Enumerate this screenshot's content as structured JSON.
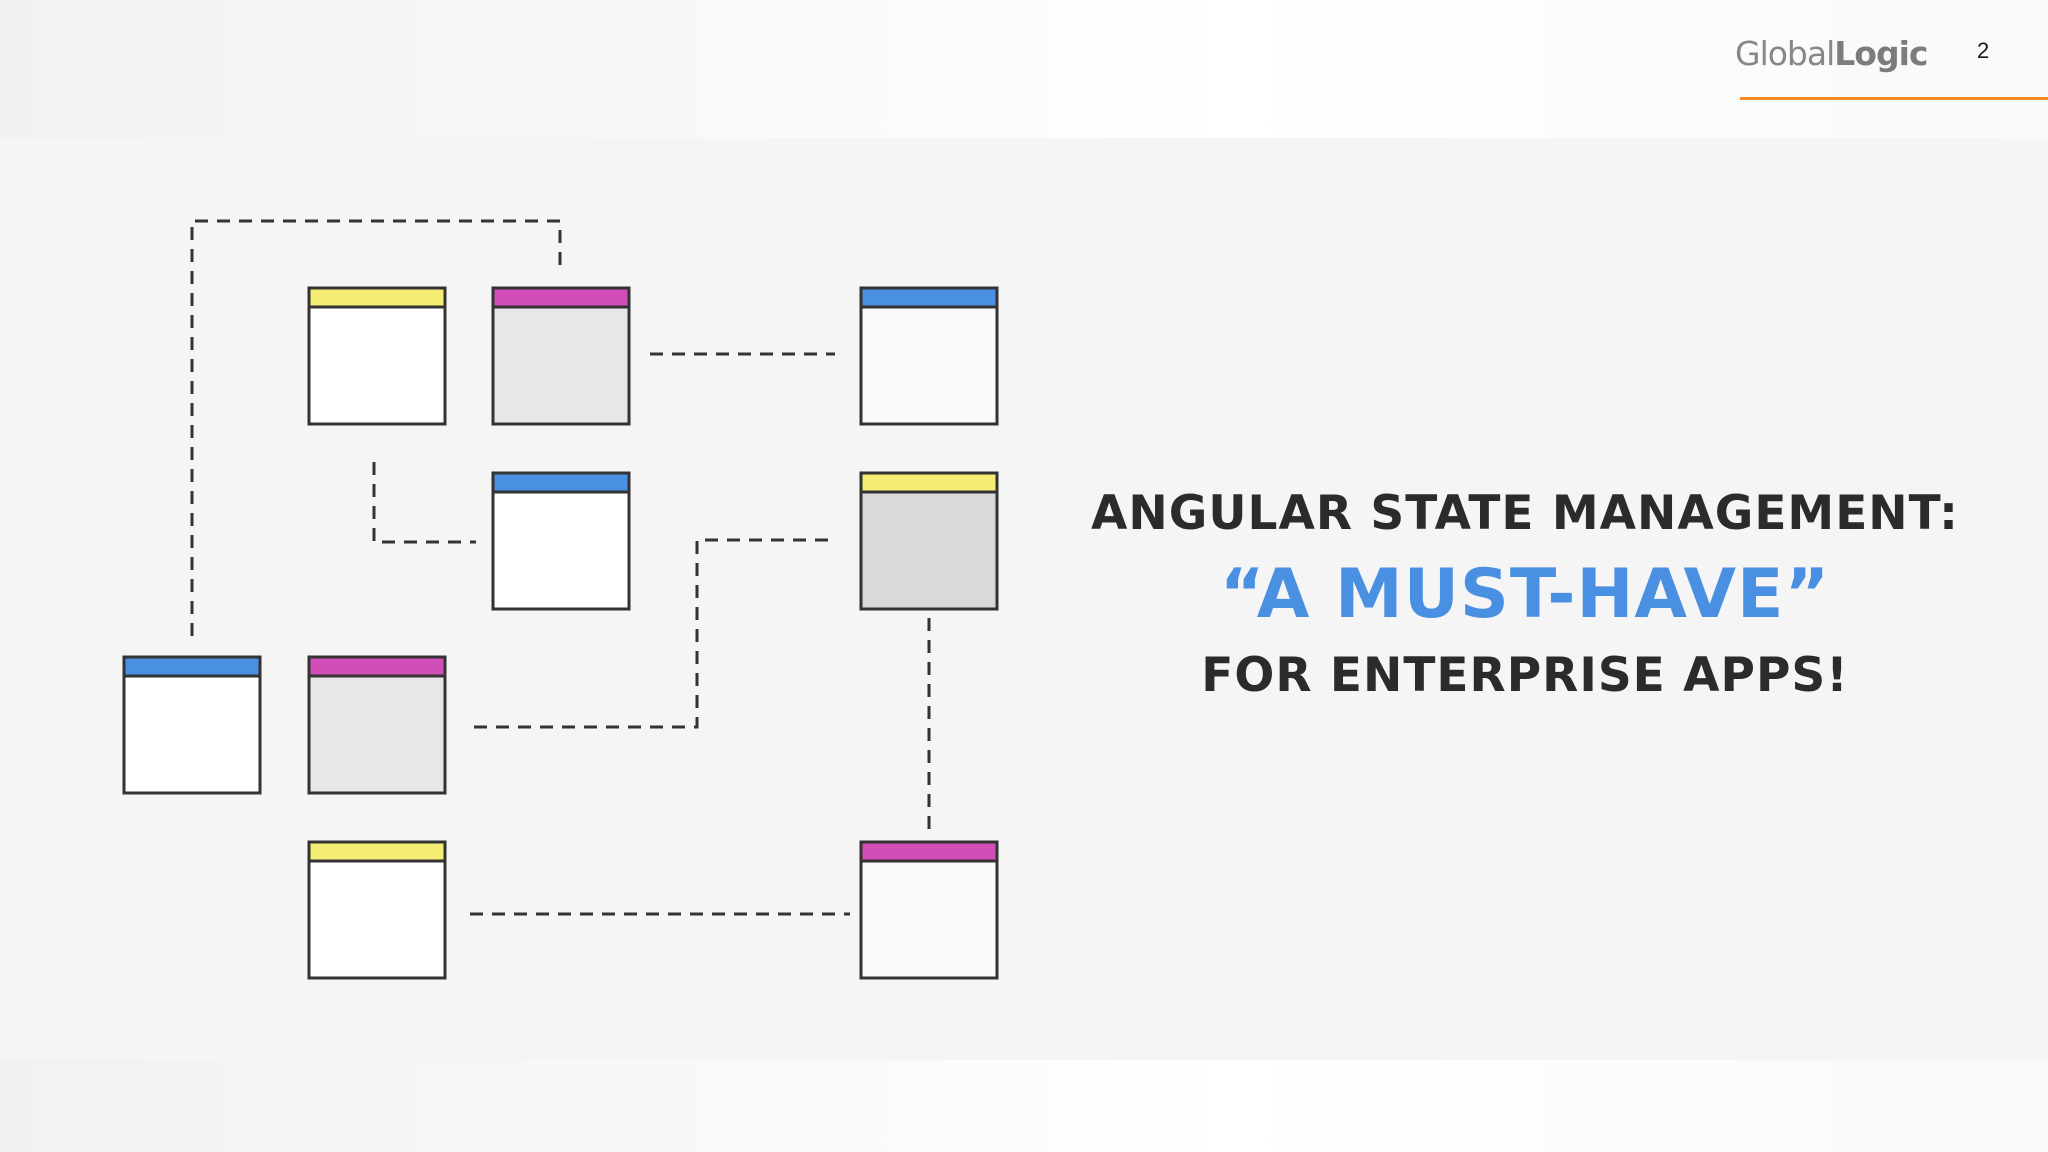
{
  "header": {
    "logo_light": "Global",
    "logo_bold": "Logic",
    "page_number": "2"
  },
  "title": {
    "line1": "ANGULAR STATE MANAGEMENT:",
    "line2": "“A MUST-HAVE”",
    "line3": "FOR ENTERPRISE APPS!"
  },
  "colors": {
    "accent_orange": "#f08a24",
    "highlight_blue": "#4a90e2",
    "card_yellow": "#f5ec73",
    "card_pink": "#d14eb8",
    "card_blue": "#4a90e2",
    "text_dark": "#2b2b2b"
  }
}
